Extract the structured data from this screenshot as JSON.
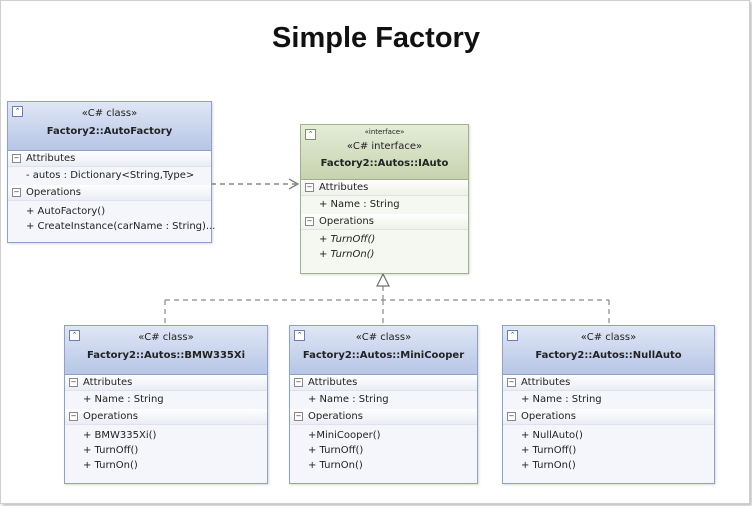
{
  "title": "Simple Factory",
  "colors": {
    "class_header": "#b7c6e6",
    "interface_header": "#c6d3ae",
    "connector": "#707070"
  },
  "section_labels": {
    "attributes": "Attributes",
    "operations": "Operations"
  },
  "auto_factory": {
    "stereotype": "«C# class»",
    "name": "Factory2::AutoFactory",
    "attributes": [
      "- autos : Dictionary<String,Type>"
    ],
    "operations": [
      "+ AutoFactory()",
      "+ CreateInstance(carName : String)..."
    ]
  },
  "iauto": {
    "stereotype_small": "«interface»",
    "stereotype": "«C# interface»",
    "name": "Factory2::Autos::IAuto",
    "attributes": [
      "+ Name : String"
    ],
    "operations": [
      "+ TurnOff()",
      "+ TurnOn()"
    ]
  },
  "bmw": {
    "stereotype": "«C# class»",
    "name": "Factory2::Autos::BMW335Xi",
    "attributes": [
      "+ Name : String"
    ],
    "operations": [
      "+ BMW335Xi()",
      "+ TurnOff()",
      "+ TurnOn()"
    ]
  },
  "mini": {
    "stereotype": "«C# class»",
    "name": "Factory2::Autos::MiniCooper",
    "attributes": [
      "+ Name : String"
    ],
    "operations": [
      "+MiniCooper()",
      "+ TurnOff()",
      "+ TurnOn()"
    ]
  },
  "nullauto": {
    "stereotype": "«C# class»",
    "name": "Factory2::Autos::NullAuto",
    "attributes": [
      "+ Name : String"
    ],
    "operations": [
      "+ NullAuto()",
      "+ TurnOff()",
      "+ TurnOn()"
    ]
  }
}
